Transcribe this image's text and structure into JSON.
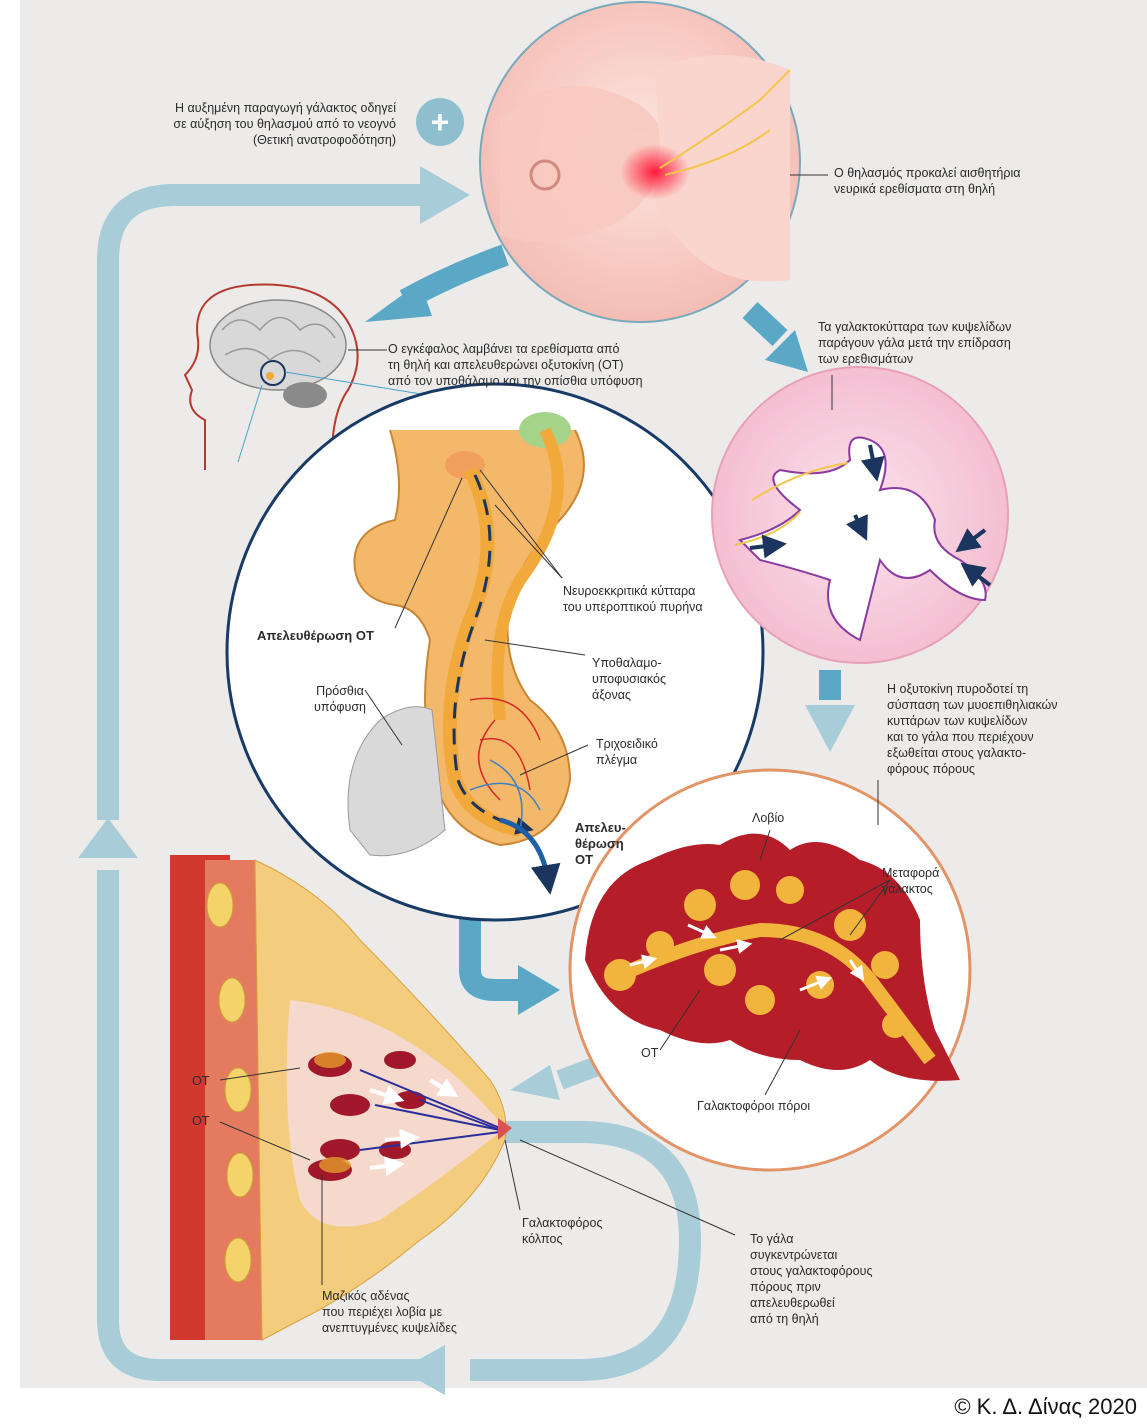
{
  "labels": {
    "positive_feedback": "Η αυξημένη παραγωγή γάλακτος οδηγεί\nσε αύξηση του θηλασμού από το νεογνό\n(Θετική ανατροφοδότηση)",
    "suckling": "Ο θηλασμός προκαλεί αισθητήρια\nνευρικά ερεθίσματα στη θηλή",
    "brain": "Ο εγκέφαλος λαμβάνει τα ερεθίσματα από\nτη θηλή και απελευθερώνει οξυτοκίνη (ΟΤ)\nαπό τον υποθάλαμο και την οπίσθια υπόφυση",
    "alveoli": "Τα γαλακτοκύτταρα των κυψελίδων\nπαράγουν γάλα μετά την επίδραση\nτων ερεθισμάτων",
    "neurosecretory": "Νευροεκκριτικά κύτταρα\nτου υπεροπτικού πυρήνα",
    "release_ot": "Απελευθέρωση ΟΤ",
    "hypothalamic_axis": "Υποθαλαμο-\nυποφυσιακός\nάξονας",
    "anterior_pituitary": "Πρόσθια\nυπόφυση",
    "capillary": "Τριχοειδικό\nπλέγμα",
    "release_ot_2": "Απελευ-\nθέρωση\nΟΤ",
    "oxytocin_contraction": "Η οξυτοκίνη πυροδοτεί τη\nσύσπαση των μυοεπιθηλιακών\nκυττάρων των κυψελίδων\nκαι το γάλα που περιέχουν\nεξωθείται στους γαλακτο-\nφόρους πόρους",
    "lobule": "Λοβίο",
    "milk_transport": "Μεταφορά\nγάλακτος",
    "ot_lobule": "ΟΤ",
    "milk_ducts": "Γαλακτοφόροι πόροι",
    "ot_1": "ΟΤ",
    "ot_2": "ΟΤ",
    "lactiferous_sinus": "Γαλακτοφόρος\nκόλπος",
    "mammary_gland": "Μαζικός αδένας\nπου περιέχει λοβία με\nανεπτυγμένες κυψελίδες",
    "milk_collects": "Το γάλα\nσυγκεντρώνεται\nστους γαλακτοφόρους\nπόρους πριν\nαπελευθερωθεί\nαπό τη θηλή"
  },
  "plus_symbol": "+",
  "copyright": "© Κ. Δ. Δίνας 2020",
  "colors": {
    "arrow": "#9cc9d6",
    "arrow_dark": "#5aa8c6",
    "circle_border": "#e8a27d",
    "nerve": "#f2a93b",
    "tissue_red": "#b51e28"
  },
  "icons": {
    "plus": "plus-circle-icon"
  }
}
